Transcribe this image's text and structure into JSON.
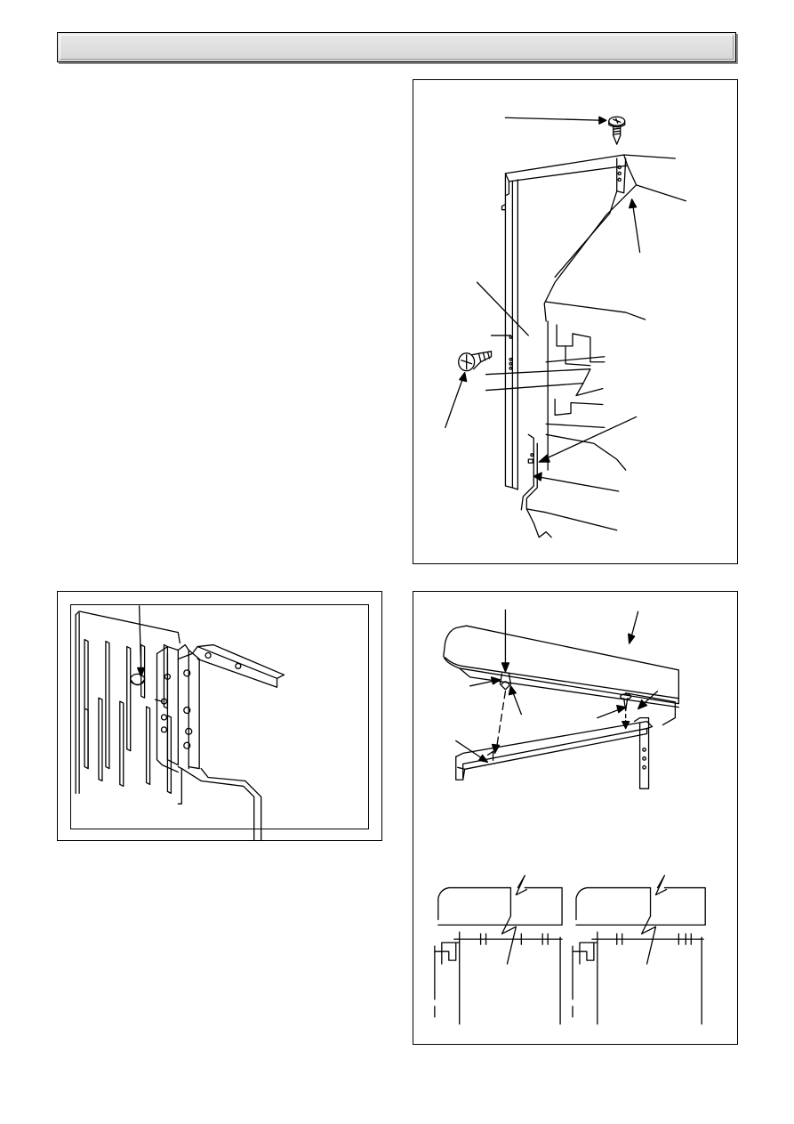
{
  "header": {
    "title": ""
  },
  "figures": [
    {
      "id": "fig-a",
      "labels": []
    },
    {
      "id": "fig-b",
      "labels": []
    },
    {
      "id": "fig-c",
      "labels": []
    }
  ],
  "colors": {
    "line": "#000000",
    "header_bg": "#dcdcdc",
    "header_shadow": "#8a8a8a"
  },
  "icons": [
    "screw-icon",
    "arrow-icon"
  ]
}
